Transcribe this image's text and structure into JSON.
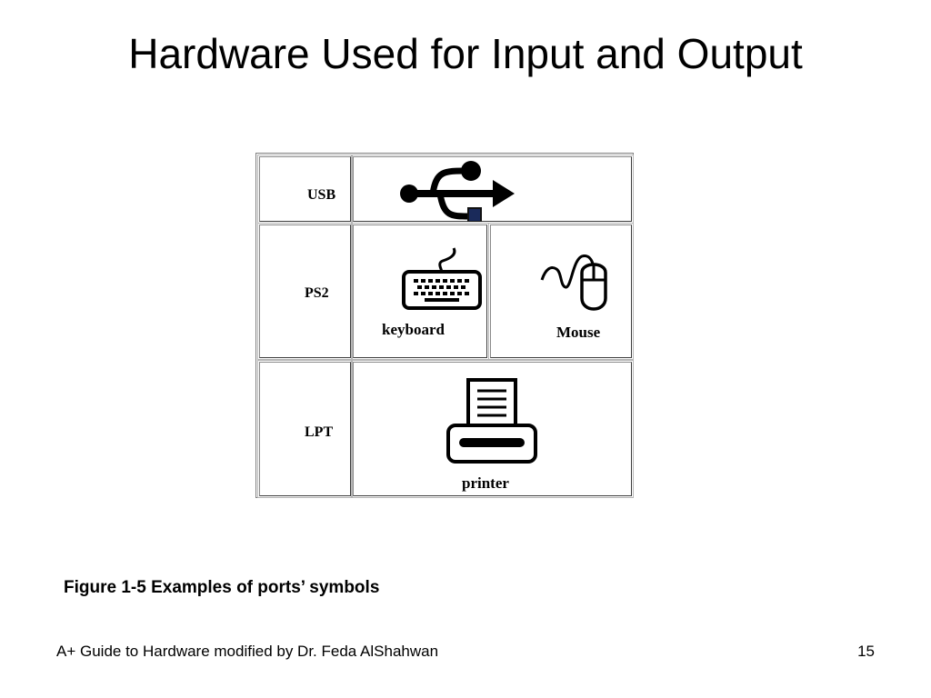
{
  "slide": {
    "title": "Hardware Used for Input and Output"
  },
  "figure": {
    "rows": [
      {
        "port": "USB",
        "devices": [
          {
            "icon": "usb-icon",
            "label": ""
          }
        ]
      },
      {
        "port": "PS2",
        "devices": [
          {
            "icon": "keyboard-icon",
            "label": "keyboard"
          },
          {
            "icon": "mouse-icon",
            "label": "Mouse"
          }
        ]
      },
      {
        "port": "LPT",
        "devices": [
          {
            "icon": "printer-icon",
            "label": "printer"
          }
        ]
      }
    ],
    "caption": "Figure 1-5 Examples of ports’ symbols"
  },
  "footer": {
    "text": "A+ Guide to Hardware modified by Dr. Feda AlShahwan",
    "page_number": "15"
  }
}
